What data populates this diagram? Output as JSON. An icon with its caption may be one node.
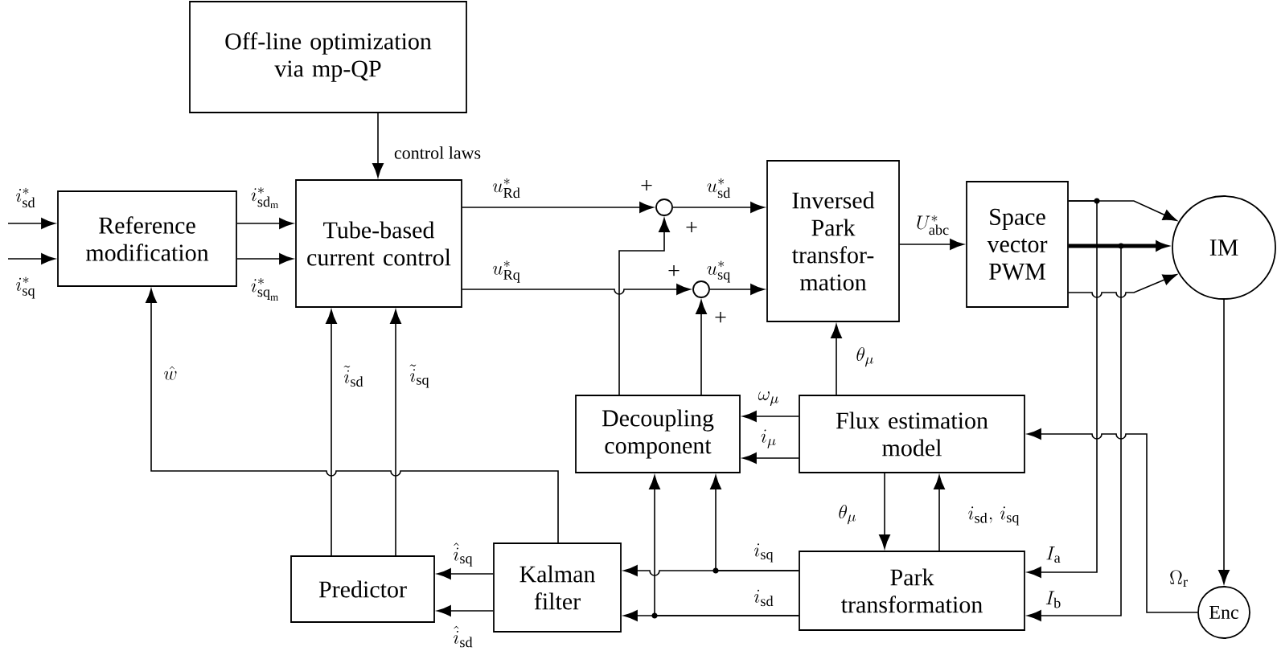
{
  "diagram": {
    "nodes": [
      {
        "text": [
          "Off-line optimization via mp-QP"
        ]
      },
      {
        "text": [
          "Reference modification"
        ]
      },
      {
        "text": [
          "Tube-based current control"
        ]
      },
      {
        "text": [
          "Inversed Park transfor-mation"
        ]
      },
      {
        "text": [
          "Space vector PWM"
        ]
      },
      {
        "text": [
          "IM"
        ]
      },
      {
        "text": [],
        "shape": "circle"
      },
      {
        "text": [],
        "shape": "circle"
      },
      {
        "text": [
          "Decoupling component"
        ]
      },
      {
        "text": [
          "Flux estimation model"
        ]
      },
      {
        "text": [
          "Predictor"
        ]
      },
      {
        "text": [
          "Kalman filter"
        ]
      },
      {
        "text": [
          "Park transformation"
        ]
      },
      {
        "text": [
          "Enc"
        ]
      }
    ],
    "edges": [
      {
        "from": 0,
        "to": 2,
        "arrow": "to",
        "label": "control laws"
      },
      {
        "from": null,
        "to": 1,
        "arrow": "to",
        "label": "i^{*}_{\\mathrm{sd}}"
      },
      {
        "from": null,
        "to": 1,
        "arrow": "to",
        "label": "i^{*}_{\\mathrm{sq}}"
      },
      {
        "from": 1,
        "to": 2,
        "arrow": "to",
        "label": "i^{*}_{\\mathrm{sd}_\\mathrm{m}}"
      },
      {
        "from": 1,
        "to": 2,
        "arrow": "to",
        "label": "i^{*}_{\\mathrm{sq}_\\mathrm{m}}"
      },
      {
        "from": 2,
        "to": 6,
        "arrow": "to",
        "label": "u^{*}_{\\mathrm{Rd}}"
      },
      {
        "from": 2,
        "to": 7,
        "arrow": "to",
        "label": "u^{*}_{\\mathrm{Rq}}"
      },
      {
        "from": 6,
        "to": 3,
        "arrow": "to",
        "label": "u^{*}_{\\mathrm{sd}}"
      },
      {
        "from": 7,
        "to": 3,
        "arrow": "to",
        "label": "u^{*}_{\\mathrm{sq}}"
      },
      {
        "from": 8,
        "to": 6,
        "arrow": "to"
      },
      {
        "from": 8,
        "to": 7,
        "arrow": "to"
      },
      {
        "from": 3,
        "to": 4,
        "arrow": "to",
        "label": "U^{*}_{\\mathrm{abc}}"
      },
      {
        "from": 4,
        "to": 5,
        "arrow": "to"
      },
      {
        "from": 4,
        "to": 5,
        "arrow": "to",
        "style": "thick"
      },
      {
        "from": 4,
        "to": 5,
        "arrow": "to"
      },
      {
        "from": 9,
        "to": 3,
        "arrow": "to",
        "label": "\\theta_{\\mu}"
      },
      {
        "from": 9,
        "to": 8,
        "arrow": "to",
        "label": "\\omega_{\\mu}"
      },
      {
        "from": 9,
        "to": 8,
        "arrow": "to",
        "label": "i_{\\mu}"
      },
      {
        "from": 9,
        "to": 12,
        "arrow": "to",
        "label": "\\theta_{\\mu}"
      },
      {
        "from": 12,
        "to": 9,
        "arrow": "to",
        "label": "i_{\\mathrm{sd}},\\, i_{\\mathrm{sq}}"
      },
      {
        "from": 12,
        "to": 11,
        "arrow": "to",
        "label": "i_{\\mathrm{sq}}"
      },
      {
        "from": 12,
        "to": 8,
        "arrow": "to"
      },
      {
        "from": 12,
        "to": 11,
        "arrow": "to",
        "label": "i_{\\mathrm{sd}}"
      },
      {
        "from": 12,
        "to": 8,
        "arrow": "to"
      },
      {
        "from": 11,
        "to": 10,
        "arrow": "to",
        "label": "\\hat{i}_{\\mathrm{sq}}"
      },
      {
        "from": 11,
        "to": 10,
        "arrow": "to",
        "label": "\\hat{i}_{\\mathrm{sd}}"
      },
      {
        "from": 10,
        "to": 2,
        "arrow": "to",
        "label": "\\tilde{i}_{\\mathrm{sd}}"
      },
      {
        "from": 10,
        "to": 2,
        "arrow": "to",
        "label": "\\tilde{i}_{\\mathrm{sq}}"
      },
      {
        "from": 11,
        "to": 1,
        "arrow": "to",
        "label": "\\hat{w}"
      },
      {
        "from": 4,
        "to": 12,
        "arrow": "to",
        "label": "I_{\\mathrm{a}}"
      },
      {
        "from": 4,
        "to": 12,
        "arrow": "to",
        "label": "I_{\\mathrm{b}}"
      },
      {
        "from": 5,
        "to": 13,
        "arrow": "to"
      },
      {
        "from": 13,
        "to": 9,
        "arrow": "to",
        "label": "\\Omega_{\\mathrm{r}}"
      }
    ],
    "labels": [
      "+",
      "+",
      "+",
      "+"
    ]
  }
}
